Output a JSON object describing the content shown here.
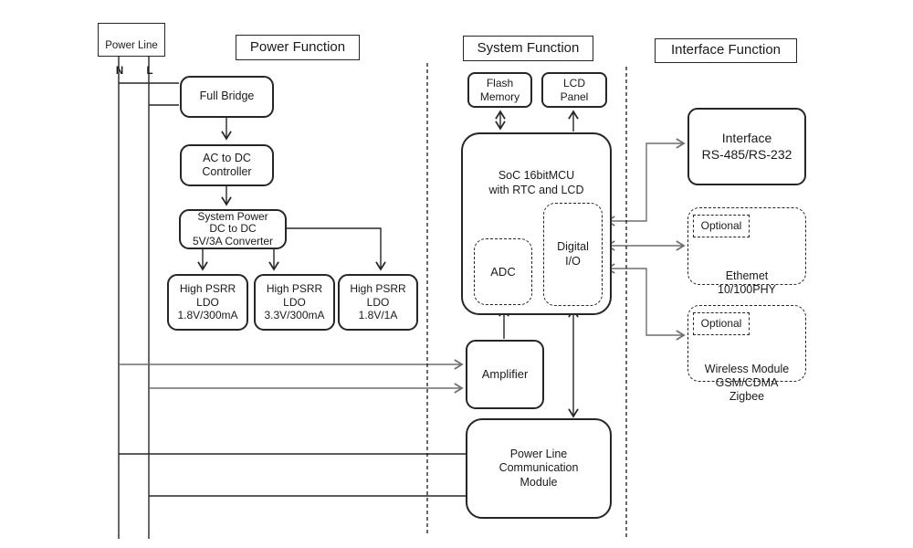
{
  "diagram": {
    "power_line": {
      "title": "Power Line",
      "n": "N",
      "l": "L"
    },
    "sections": {
      "power": "Power Function",
      "system": "System Function",
      "interface": "Interface Function"
    },
    "blocks": {
      "full_bridge": "Full Bridge",
      "ac_dc_controller": "AC to DC\nController",
      "system_power_converter": "System Power\nDC to DC\n5V/3A Converter",
      "ldo_1v8_300ma": "High PSRR\nLDO\n1.8V/300mA",
      "ldo_3v3_300ma": "High PSRR\nLDO\n3.3V/300mA",
      "ldo_1v8_1a": "High PSRR\nLDO\n1.8V/1A",
      "flash_memory": "Flash\nMemory",
      "lcd_panel": "LCD\nPanel",
      "soc": "SoC 16bitMCU\nwith RTC and LCD",
      "adc": "ADC",
      "digital_io": "Digital\nI/O",
      "amplifier": "Amplifier",
      "plc_module": "Power Line\nCommunication\nModule",
      "rs485": "Interface\nRS-485/RS-232",
      "ethernet": "Ethemet\n10/100PHY",
      "wireless": "Wireless Module\nGSM/CDMA\nZigbee",
      "optional": "Optional"
    },
    "colors": {
      "line": "#262626",
      "gray_arrow": "#6e6e6e"
    }
  }
}
